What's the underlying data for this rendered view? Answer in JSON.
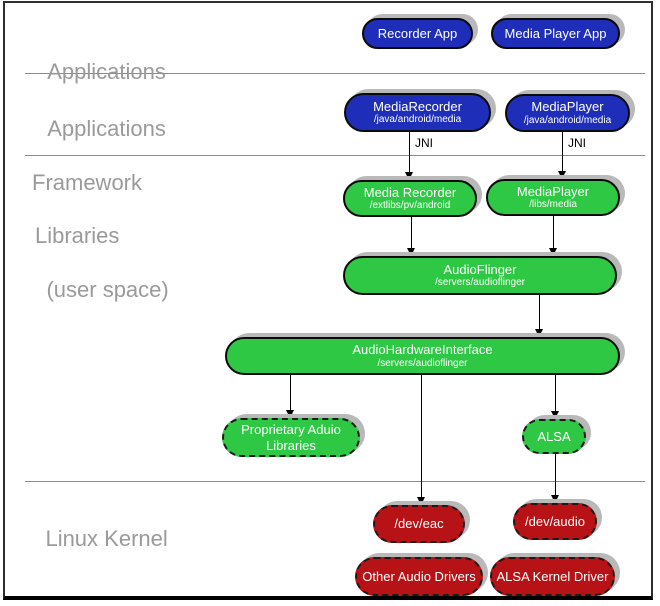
{
  "layers": {
    "applications": {
      "line1": "Applications"
    },
    "framework": {
      "line1": "Applications",
      "line2": "Framework"
    },
    "libraries": {
      "line1": "Libraries",
      "line2": "(user space)"
    },
    "kernel": {
      "line1": "Linux Kernel"
    }
  },
  "edges": {
    "jni_left": "JNI",
    "jni_right": "JNI"
  },
  "nodes": {
    "recorder_app": {
      "title": "Recorder App"
    },
    "media_player_app": {
      "title": "Media Player App"
    },
    "media_recorder_fw": {
      "title": "MediaRecorder",
      "subtitle": "/java/android/media"
    },
    "media_player_fw": {
      "title": "MediaPlayer",
      "subtitle": "/java/android/media"
    },
    "media_recorder_lib": {
      "title": "Media Recorder",
      "subtitle": "/extlibs/pv/android"
    },
    "media_player_lib": {
      "title": "MediaPlayer",
      "subtitle": "/libs/media"
    },
    "audioflinger": {
      "title": "AudioFlinger",
      "subtitle": "/servers/audioflinger"
    },
    "audio_hardware_interface": {
      "title": "AudioHardwareInterface",
      "subtitle": "/servers/audioflinger"
    },
    "proprietary_audio_libraries": {
      "line1": "Proprietary Aduio",
      "line2": "Libraries"
    },
    "alsa": {
      "title": "ALSA"
    },
    "dev_eac": {
      "title": "/dev/eac"
    },
    "dev_audio": {
      "title": "/dev/audio"
    },
    "other_audio_drivers": {
      "title": "Other Audio Drivers"
    },
    "alsa_kernel_driver": {
      "title": "ALSA Kernel Driver"
    }
  },
  "colors": {
    "app_blue": "#1e2eb8",
    "lib_green": "#2fc845",
    "kernel_red": "#b71215",
    "shadow": "#b9b9b9",
    "label_gray": "#9a9a9a",
    "divider_gray": "#8a8a8a"
  }
}
